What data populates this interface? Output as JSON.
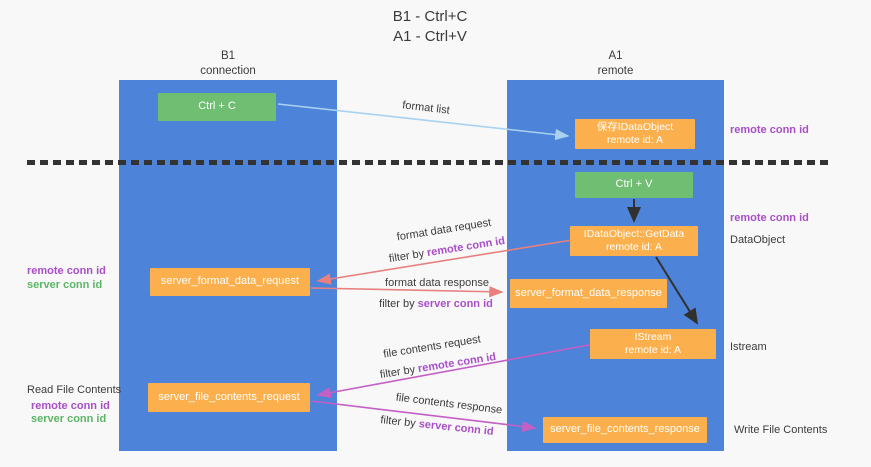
{
  "title": {
    "line1": "B1 - Ctrl+C",
    "line2": "A1 - Ctrl+V"
  },
  "columns": {
    "left": {
      "header_line1": "B1",
      "header_line2": "connection"
    },
    "right": {
      "header_line1": "A1",
      "header_line2": "remote"
    }
  },
  "nodes": {
    "ctrl_c": {
      "label": "Ctrl + C"
    },
    "save_idataobject": {
      "line1": "保存IDataObject",
      "line2": "remote id: A"
    },
    "ctrl_v": {
      "label": "Ctrl + V"
    },
    "getdata": {
      "line1": "IDataObject::GetData",
      "line2": "remote id: A"
    },
    "server_format_data_request": {
      "label": "server_format_data_request"
    },
    "server_format_data_response": {
      "label": "server_format_data_response"
    },
    "istream": {
      "line1": "IStream",
      "line2": "remote id: A"
    },
    "server_file_contents_request": {
      "label": "server_file_contents_request"
    },
    "server_file_contents_response": {
      "label": "server_file_contents_response"
    }
  },
  "flow_labels": {
    "format_list": "format list",
    "format_data_request": "format data request",
    "format_data_response": "format data response",
    "file_contents_request": "file contents request",
    "file_contents_response": "file contents response",
    "filter_by": "filter by ",
    "remote_conn_id": "remote conn id",
    "server_conn_id": "server conn id"
  },
  "side_labels": {
    "remote_conn_id": "remote conn id",
    "server_conn_id": "server conn id",
    "dataobject": "DataObject",
    "istream": "Istream",
    "read_file_contents": "Read File Contents",
    "write_file_contents": "Write File Contents"
  },
  "colors": {
    "background": "#F8F8F8",
    "column_blue": "#4D83D8",
    "node_orange": "#FBB04D",
    "node_green": "#6FBE72",
    "node_text": "#FFFFFF",
    "text_dark": "#3B3B3B",
    "purple_id": "#A94FC8",
    "green_id": "#5CB567",
    "arrow_blue": "#A9D1F1",
    "arrow_salmon": "#E88080",
    "arrow_magenta": "#C45FC5",
    "arrow_black": "#303030",
    "dashed_line": "#333333"
  }
}
